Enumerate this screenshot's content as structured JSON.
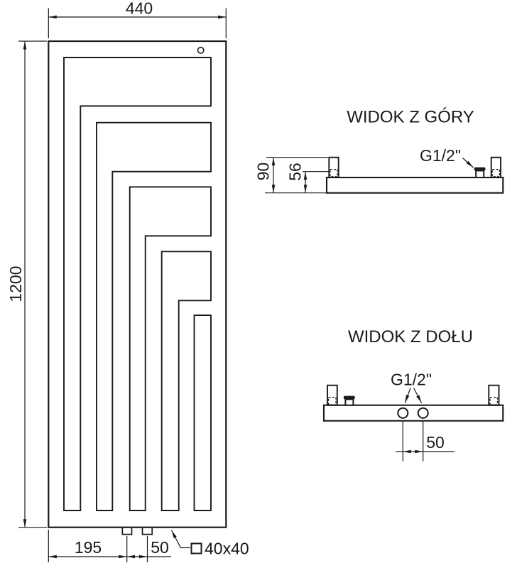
{
  "front_view": {
    "width_label": "440",
    "height_label": "1200",
    "offset_label": "195",
    "spacing_label": "50",
    "profile_symbol": "square",
    "profile_label": "40x40"
  },
  "top_view": {
    "title": "WIDOK Z GÓRY",
    "thread_label": "G1/2\"",
    "height_label": "90",
    "axis_label": "56"
  },
  "bottom_view": {
    "title": "WIDOK Z DOŁU",
    "thread_label": "G1/2\"",
    "spacing_label": "50"
  }
}
